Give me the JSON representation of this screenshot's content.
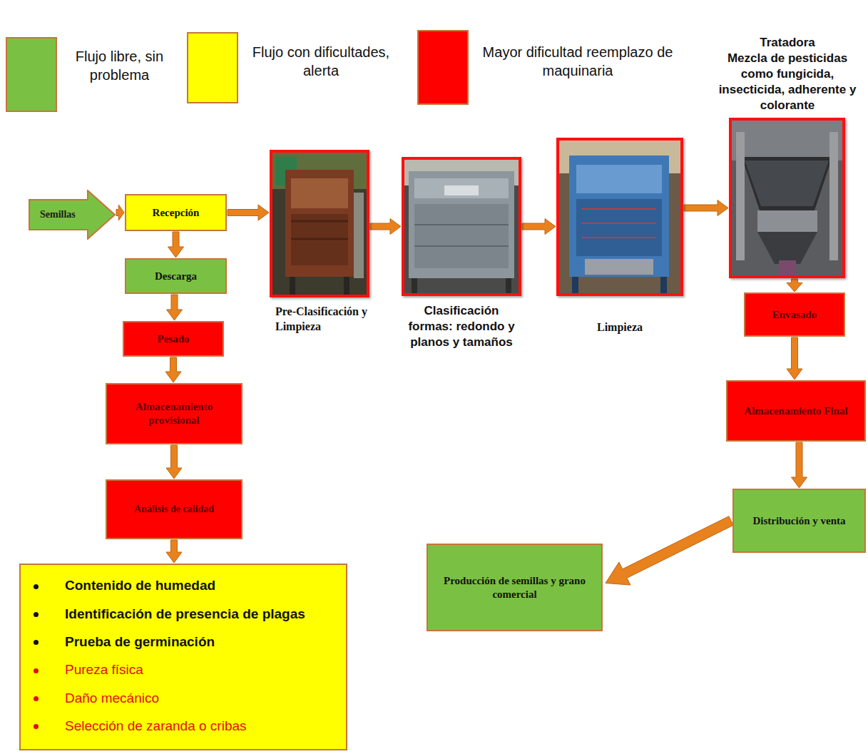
{
  "diagram": {
    "nodes": [
      {
        "text": [
          "Semillas"
        ]
      },
      {
        "text": [
          "Recepción"
        ]
      },
      {
        "text": [
          "Descarga"
        ]
      },
      {
        "text": [
          "Pesado"
        ]
      },
      {
        "text": [
          "Almacenamiento provisional"
        ]
      },
      {
        "text": [
          "Análisis de calidad"
        ]
      },
      {
        "text": [
          "Contenido de humedad",
          "Identificación de presencia de plagas",
          "Prueba de germinación",
          "Pureza física",
          "Daño mecánico",
          "Selección de zaranda o cribas"
        ]
      },
      {
        "text": [
          "Pre-Clasificación y Limpieza"
        ]
      },
      {
        "text": [
          "Clasificación formas: redondo y planos y tamaños"
        ]
      },
      {
        "text": [
          "Limpieza"
        ]
      },
      {
        "text": [
          "Tratadora",
          "Mezcla de pesticidas como fungicida, insecticida, adherente y colorante"
        ]
      },
      {
        "text": [
          "Envasado"
        ]
      },
      {
        "text": [
          "Almacenamiento Final"
        ]
      },
      {
        "text": [
          "Distribución y venta"
        ]
      },
      {
        "text": [
          "Producción de semillas y grano comercial"
        ]
      }
    ],
    "edges": [
      {
        "from": 0,
        "to": 1,
        "arrow": "to"
      },
      {
        "from": 1,
        "to": 7,
        "arrow": "to"
      },
      {
        "from": 1,
        "to": 2,
        "arrow": "to"
      },
      {
        "from": 2,
        "to": 3,
        "arrow": "to"
      },
      {
        "from": 3,
        "to": 4,
        "arrow": "to"
      },
      {
        "from": 4,
        "to": 5,
        "arrow": "to"
      },
      {
        "from": 5,
        "to": 6,
        "arrow": "to"
      },
      {
        "from": 7,
        "to": 8,
        "arrow": "to"
      },
      {
        "from": 8,
        "to": 9,
        "arrow": "to"
      },
      {
        "from": 9,
        "to": 10,
        "arrow": "to"
      },
      {
        "from": 10,
        "to": 11,
        "arrow": "to"
      },
      {
        "from": 11,
        "to": 12,
        "arrow": "to"
      },
      {
        "from": 12,
        "to": 13,
        "arrow": "to"
      },
      {
        "from": 13,
        "to": 14,
        "arrow": "to"
      }
    ],
    "legend": [
      {
        "text": "Flujo libre, sin problema",
        "color": "#7ac143"
      },
      {
        "text": "Flujo con dificultades, alerta",
        "color": "#ffff00"
      },
      {
        "text": "Mayor dificultad reemplazo de maquinaria",
        "color": "#ff0000"
      }
    ]
  }
}
